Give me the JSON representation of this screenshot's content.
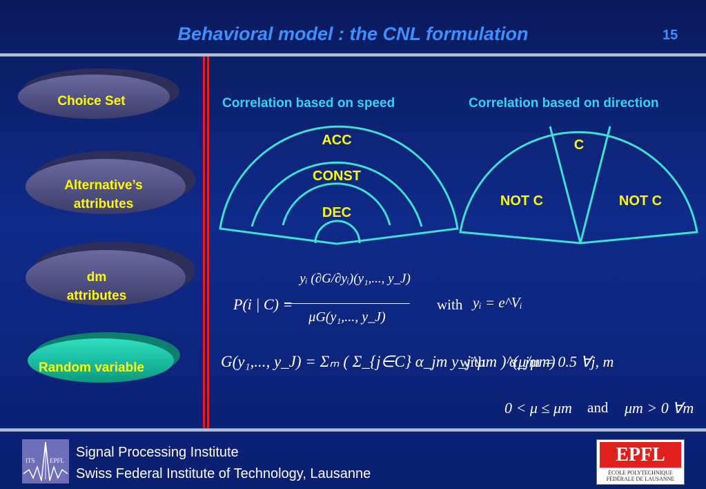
{
  "slide": {
    "title": "Behavioral model : the CNL formulation",
    "page_number": "15"
  },
  "sidebar": {
    "items": [
      {
        "label": "Choice Set"
      },
      {
        "label_line1": "Alternative’s",
        "label_line2": "attributes"
      },
      {
        "label_line1": "dm",
        "label_line2": "attributes"
      },
      {
        "label": "Random variable"
      }
    ]
  },
  "diagrams": {
    "speed": {
      "title": "Correlation based on speed",
      "regions": [
        "ACC",
        "CONST",
        "DEC"
      ]
    },
    "direction": {
      "title": "Correlation based on direction",
      "regions": [
        "C",
        "NOT C",
        "NOT C"
      ]
    }
  },
  "equations": {
    "prob_label": "P(i | C) =",
    "numerator": "yᵢ (∂G/∂yᵢ)(y₁,..., y_J)",
    "denominator": "μG(y₁,..., y_J)",
    "with1": "with",
    "yi_def": "yᵢ = e^Vᵢ",
    "g_def": "G(y₁,..., y_J) = Σₘ ( Σ_{j∈C} α_jm y_j^μm )^(μ/μm)",
    "with2": "with",
    "alpha_def": "α_jm = 0.5  ∀j, m",
    "mu_cond": "0 < μ ≤ μm",
    "and_word": "and",
    "mum_cond": "μm > 0  ∀m"
  },
  "footer": {
    "line1": "Signal Processing Institute",
    "line2": "Swiss Federal Institute of Technology, Lausanne",
    "its_logo_left": "ITS",
    "its_logo_right": "EPFL",
    "epfl_logo_text": "EPFL",
    "epfl_logo_line1": "ÉCOLE POLYTECHNIQUE",
    "epfl_logo_line2": "FÉDÉRALE DE LAUSANNE"
  },
  "colors": {
    "title": "#3f8fff",
    "pill_text": "#ffff00",
    "pill_fill": "#4a4a7e",
    "pill_active": "#16b39a",
    "subtitle": "#33d4ef",
    "diagram_stroke": "#3ee0d4",
    "region_label": "#ffff00",
    "divider": "#e0201c"
  }
}
